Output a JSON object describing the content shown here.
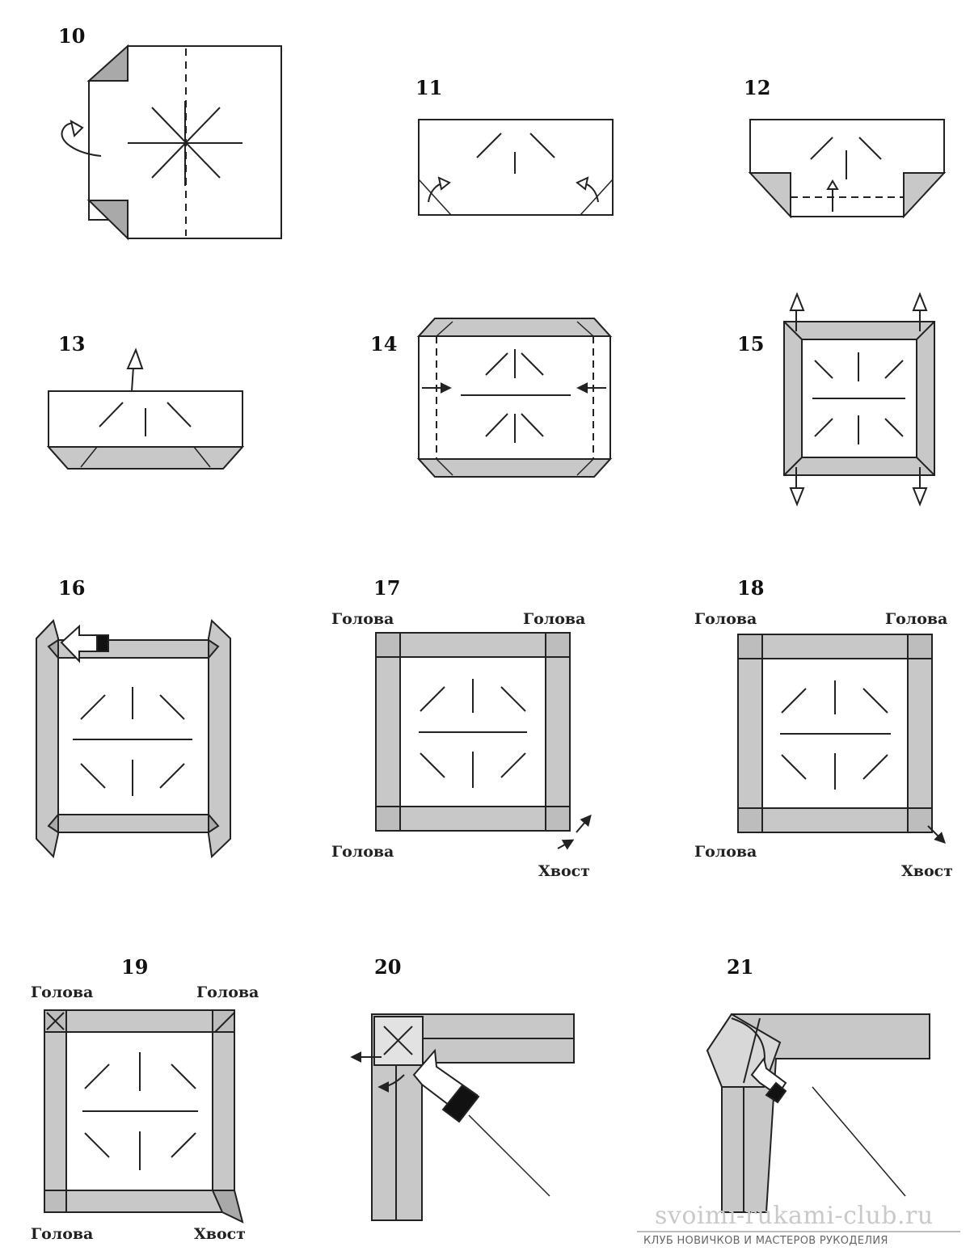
{
  "steps": [
    {
      "number": "10"
    },
    {
      "number": "11"
    },
    {
      "number": "12"
    },
    {
      "number": "13"
    },
    {
      "number": "14"
    },
    {
      "number": "15"
    },
    {
      "number": "16"
    },
    {
      "number": "17",
      "labels": {
        "top_left": "Голова",
        "top_right": "Голова",
        "bottom_left": "Голова",
        "bottom_right": "Хвост"
      }
    },
    {
      "number": "18",
      "labels": {
        "top_left": "Голова",
        "top_right": "Голова",
        "bottom_left": "Голова",
        "bottom_right": "Хвост"
      }
    },
    {
      "number": "19",
      "labels": {
        "top_left": "Голова",
        "top_right": "Голова",
        "bottom_left": "Голова",
        "bottom_right": "Хвост"
      }
    },
    {
      "number": "20"
    },
    {
      "number": "21"
    }
  ],
  "watermark": {
    "url": "svoimi-rukami-club.ru",
    "subtitle": "КЛУБ НОВИЧКОВ И МАСТЕРОВ РУКОДЕЛИЯ"
  },
  "colors": {
    "paper": "#ffffff",
    "line": "#222222",
    "band": "#c8c8c8",
    "flap": "#a9a9a9"
  }
}
